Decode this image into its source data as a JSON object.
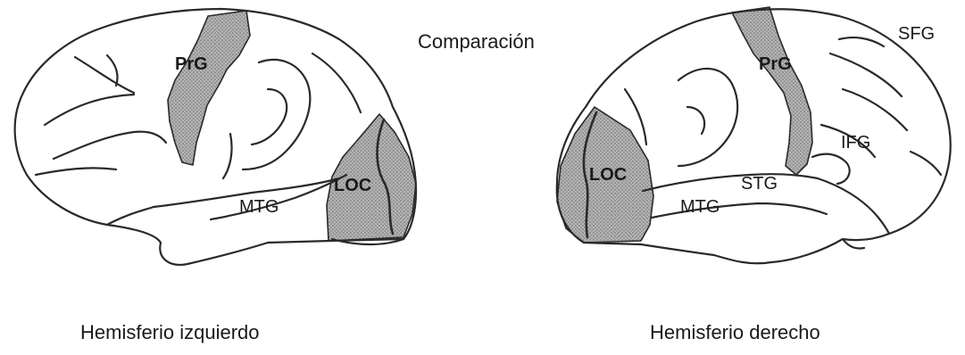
{
  "title": "Comparación",
  "left_hemisphere": {
    "caption": "Hemisferio izquierdo",
    "labels": {
      "precentral": "PrG",
      "occipital": "LOC",
      "middle_temporal": "MTG"
    }
  },
  "right_hemisphere": {
    "caption": "Hemisferio derecho",
    "labels": {
      "precentral": "PrG",
      "occipital": "LOC",
      "middle_temporal": "MTG",
      "superior_temporal": "STG",
      "inferior_frontal": "IFG",
      "superior_frontal": "SFG"
    }
  },
  "colors": {
    "outline": "#2a2a2a",
    "highlight": "#9a9a9a",
    "background": "#ffffff"
  }
}
